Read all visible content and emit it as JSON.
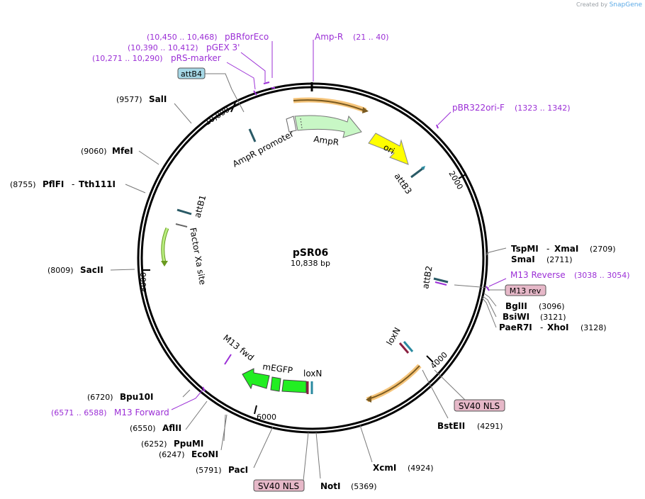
{
  "credit": {
    "prefix": "Created by",
    "brand": "SnapGene"
  },
  "plasmid": {
    "name": "pSR06",
    "length": "10,838 bp"
  },
  "ticks": [
    "10,000",
    "2000",
    "4000",
    "6000",
    "8000"
  ],
  "enzymes": [
    {
      "pos": "(9577)",
      "name": "SalI"
    },
    {
      "pos": "(9060)",
      "name": "MfeI"
    },
    {
      "pos": "(8755)",
      "name": "PflFI",
      "name2": "Tth111I"
    },
    {
      "pos": "(8009)",
      "name": "SacII"
    },
    {
      "pos": "(2709)",
      "name": "TspMI",
      "name2": "XmaI"
    },
    {
      "pos": "(2711)",
      "name": "SmaI"
    },
    {
      "pos": "(3096)",
      "name": "BglII"
    },
    {
      "pos": "(3121)",
      "name": "BsiWI"
    },
    {
      "pos": "(3128)",
      "name": "PaeR7I",
      "name2": "XhoI"
    },
    {
      "pos": "(4291)",
      "name": "BstEII"
    },
    {
      "pos": "(4924)",
      "name": "XcmI"
    },
    {
      "pos": "(5369)",
      "name": "NotI"
    },
    {
      "pos": "(5791)",
      "name": "PacI"
    },
    {
      "pos": "(6247)",
      "name": "EcoNI"
    },
    {
      "pos": "(6252)",
      "name": "PpuMI"
    },
    {
      "pos": "(6550)",
      "name": "AflII"
    },
    {
      "pos": "(6720)",
      "name": "Bpu10I"
    }
  ],
  "primers": [
    {
      "range": "(10,450 .. 10,468)",
      "name": "pBRforEco"
    },
    {
      "range": "(10,390 .. 10,412)",
      "name": "pGEX 3'"
    },
    {
      "range": "(10,271 .. 10,290)",
      "name": "pRS-marker"
    },
    {
      "range": "(21 .. 40)",
      "name": "Amp-R"
    },
    {
      "range": "(1323 .. 1342)",
      "name": "pBR322ori-F"
    },
    {
      "range": "(3038 .. 3054)",
      "name": "M13 Reverse"
    },
    {
      "range": "(6571 .. 6588)",
      "name": "M13 Forward"
    }
  ],
  "boxed_labels": [
    "attB4",
    "M13 rev",
    "SV40 NLS",
    "SV40 NLS"
  ],
  "features": [
    "AmpR promoter",
    "AmpR",
    "ori",
    "attB3",
    "attB2",
    "attB1",
    "Factor Xa site",
    "loxN",
    "loxN",
    "mEGFP",
    "M13 fwd"
  ],
  "colors": {
    "enzyme": "#000000",
    "primer": "#9b2fd6",
    "amp": "#c8f7c5",
    "ori": "#ffff00",
    "egfp": "#22ee22",
    "att": "#2a8aa0",
    "orf": "#f5a623",
    "sv40_box": "#e6b8c8",
    "attb4_box": "#a6d8e6"
  }
}
